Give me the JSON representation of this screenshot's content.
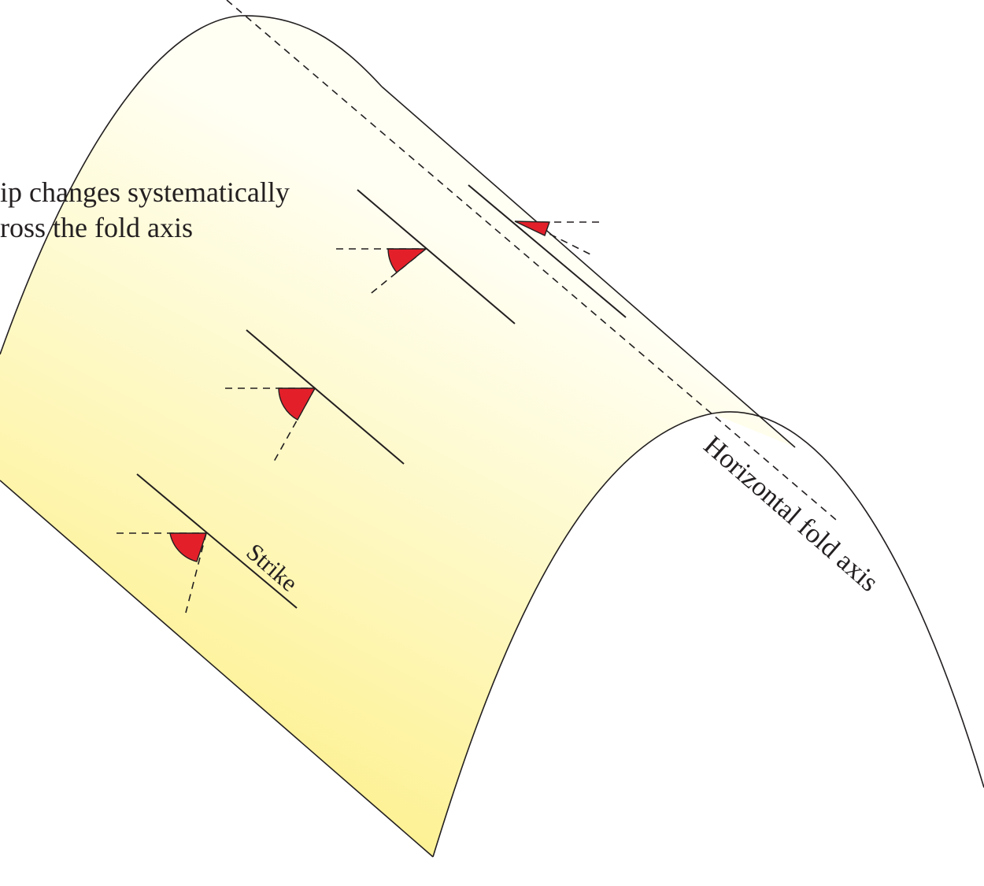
{
  "labels": {
    "dip_line1": "ip changes systematically",
    "dip_line2": "ross the fold axis",
    "strike": "Strike",
    "fold_axis": "Horizontal fold axis"
  },
  "colors": {
    "surface_light": "#fffff4",
    "surface_dark": "#fdf08c",
    "dip_wedge": "#e3202a",
    "line": "#231f20"
  }
}
